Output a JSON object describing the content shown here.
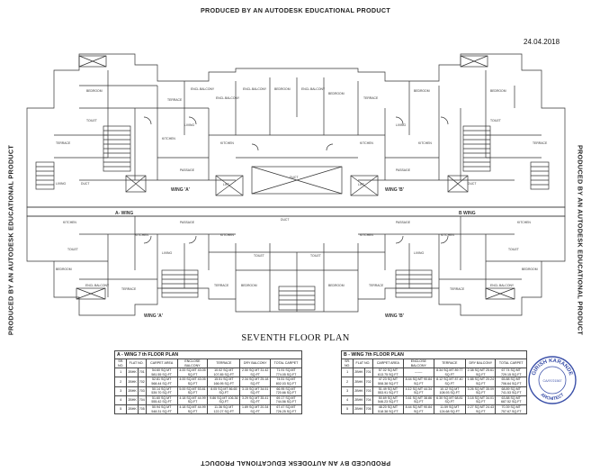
{
  "watermark": "PRODUCED BY AN AUTODESK EDUCATIONAL PRODUCT",
  "date": "24.04.2018",
  "plan_title": "SEVENTH FLOOR PLAN",
  "plan_labels": {
    "wing_a": "A- WING",
    "wing_b": "B WING",
    "wing_a_top": "WING 'A'",
    "wing_b_top": "WING 'B'",
    "wing_a_bottom": "WING 'A'",
    "wing_b_bottom": "WING 'B'",
    "duct": "DUCT",
    "passage_top": "PASSAGE",
    "passage_bottom": "PASSAGE",
    "lift": "LIFT",
    "kitchen": "KITCHEN",
    "living": "LIVING",
    "bedroom": "BEDROOM",
    "toilet": "TOILET",
    "terrace": "TERRACE",
    "balcony": "ENCL.BALCONY"
  },
  "table_a": {
    "title": "A - WING 7 th FLOOR PLAN",
    "headers": [
      "SR. NO.",
      "FLAT NO.",
      "CARPET AREA",
      "ENCLOSE BALCONY",
      "TERRACE",
      "DRY BALCONY",
      "TOTAL CARPET"
    ],
    "rows": [
      [
        "1",
        "2BHK",
        "701",
        "54.60 SQ.MT 581.55 SQ.FT",
        "4.00 SQ.MT 43.05 SQ.FT",
        "10.02 SQ.MT 107.85 SQ.FT",
        "2.50 SQ.MT 31.42 SQ.FT",
        "71.91 SQ.MT 774.05 SQ.FT"
      ],
      [
        "2",
        "2BHK",
        "702",
        "52.81 SQ.MT 568.44 SQ.FT",
        "4.00 SQ.MT 43.05 SQ.FT",
        "15.51 SQ.MT 166.95 SQ.FT",
        "2.34 SQ.MT 25.18 SQ.FT",
        "74.51 SQ.MT 802.03 SQ.FT"
      ],
      [
        "3",
        "2BHK",
        "703",
        "50.14 SQ.MT 539.70 SQ.FT",
        "5.00 SQ.MT 53.81 SQ.FT",
        "8.05 SQ.MT 86.65 SQ.FT",
        "3.15 SQ.MT 34.51 SQ.FT",
        "66.95 SQ.MT 720.66 SQ.FT"
      ],
      [
        "4",
        "2BHK",
        "704",
        "51.60 SQ.MT 555.42 SQ.FT",
        "4.18 SQ.MT 44.99 SQ.FT",
        "9.86 SQ.MT 106.36 SQ.FT",
        "3.29 SQ.MT 35.41 SQ.FT",
        "69.17 SQ.MT 744.56 SQ.FT"
      ],
      [
        "5",
        "2BHK",
        "705",
        "50.94 SQ.MT 548.31 SQ.FT",
        "4.18 SQ.MT 44.99 SQ.FT",
        "11.36 SQ.MT 122.27 SQ.FT",
        "1.89 SQ.MT 20.34 SQ.FT",
        "67.47 SQ.MT 726.25 SQ.FT"
      ]
    ]
  },
  "table_b": {
    "title": "B - WING 7th FLOOR PLAN",
    "headers": [
      "SR. NO.",
      "FLAT NO.",
      "CARPET AREA",
      "ENCLOSE BALCONY",
      "TERRACE",
      "DRY BALCONY",
      "TOTAL CARPET"
    ],
    "rows": [
      [
        "1",
        "2BHK",
        "701",
        "57.02 SQ.MT 613.75 SQ.FT",
        "-------",
        "8.34 SQ.MT 89.77 SQ.FT",
        "2.38 SQ.MT 25.61 SQ.FT",
        "67.74 SQ.MT 729.15 SQ.FT"
      ],
      [
        "2",
        "2BHK",
        "702",
        "47.23 SQ.MT 508.38 SQ.FT",
        "8.44 SQ.MT 90.84 SQ.FT",
        "8.12 SQ.MT 87.40 SQ.FT",
        "1.88 SQ.MT 20.24 SQ.FT",
        "65.88 SQ.MT 706.64 SQ.FT"
      ],
      [
        "3",
        "2BHK",
        "703",
        "51.49 SQ.MT 553.91 SQ.FT",
        "4.12 SQ.MT 44.34 SQ.FT",
        "10.12 SQ.MT 108.93 SQ.FT",
        "3.26 SQ.MT 35.09 SQ.FT",
        "68.89 SQ.MT 741.53 SQ.FT"
      ],
      [
        "4",
        "2BHK",
        "704",
        "50.69 SQ.MT 546.23 SQ.FT",
        "3.61 SQ.MT 38.86 SQ.FT",
        "6.30 SQ.MT 68.81 SQ.FT",
        "3.18 SQ.MT 34.01 SQ.FT",
        "63.88 SQ.MT 687.52 SQ.FT"
      ],
      [
        "5",
        "2BHK",
        "705",
        "48.20 SQ.MT 518.38 SQ.FT",
        "8.44 SQ.MT 90.84 SQ.FT",
        "11.59 SQ.MT 124.68 SQ.FT",
        "2.27 SQ.MT 24.43 SQ.FT",
        "70.39 SQ.MT 757.67 SQ.FT"
      ]
    ]
  },
  "seal": {
    "top": "GIRISH KARANDE",
    "bottom": "ARCHITECT",
    "center": "CA/97/21567"
  }
}
